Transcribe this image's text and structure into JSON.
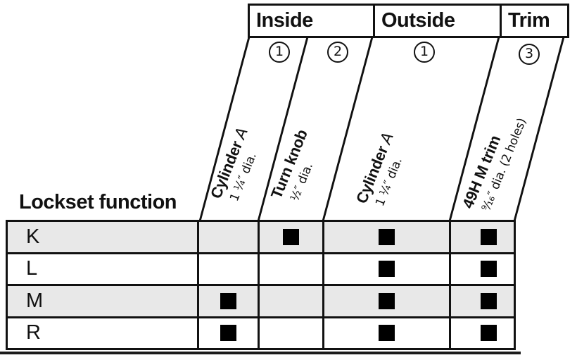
{
  "header": {
    "groups": [
      {
        "label": "Inside"
      },
      {
        "label": "Outside"
      },
      {
        "label": "Trim"
      }
    ]
  },
  "columns": [
    {
      "circle": "1",
      "group": "Inside",
      "name_bold": "Cylinder",
      "name_italic": "A",
      "detail": "1 ¹⁄₄″ dia."
    },
    {
      "circle": "2",
      "group": "Inside",
      "name_bold": "Turn knob",
      "name_italic": "",
      "detail": "¹⁄₂″ dia."
    },
    {
      "circle": "1",
      "group": "Outside",
      "name_bold": "Cylinder",
      "name_italic": "A",
      "detail": "1 ¹⁄₄″ dia."
    },
    {
      "circle": "3",
      "group": "Trim",
      "name_bold": "49H M trim",
      "name_italic": "",
      "detail": "⁹⁄₁₆″ dia. (2 holes)"
    }
  ],
  "table": {
    "row_header": "Lockset function",
    "rows": [
      {
        "function": "K",
        "marks": [
          false,
          true,
          true,
          true
        ]
      },
      {
        "function": "L",
        "marks": [
          false,
          false,
          true,
          true
        ]
      },
      {
        "function": "M",
        "marks": [
          true,
          false,
          true,
          true
        ]
      },
      {
        "function": "R",
        "marks": [
          true,
          false,
          true,
          true
        ]
      }
    ]
  },
  "colors": {
    "line": "#111111",
    "row_alt": "#e8e8e8",
    "mark": "#000000"
  }
}
